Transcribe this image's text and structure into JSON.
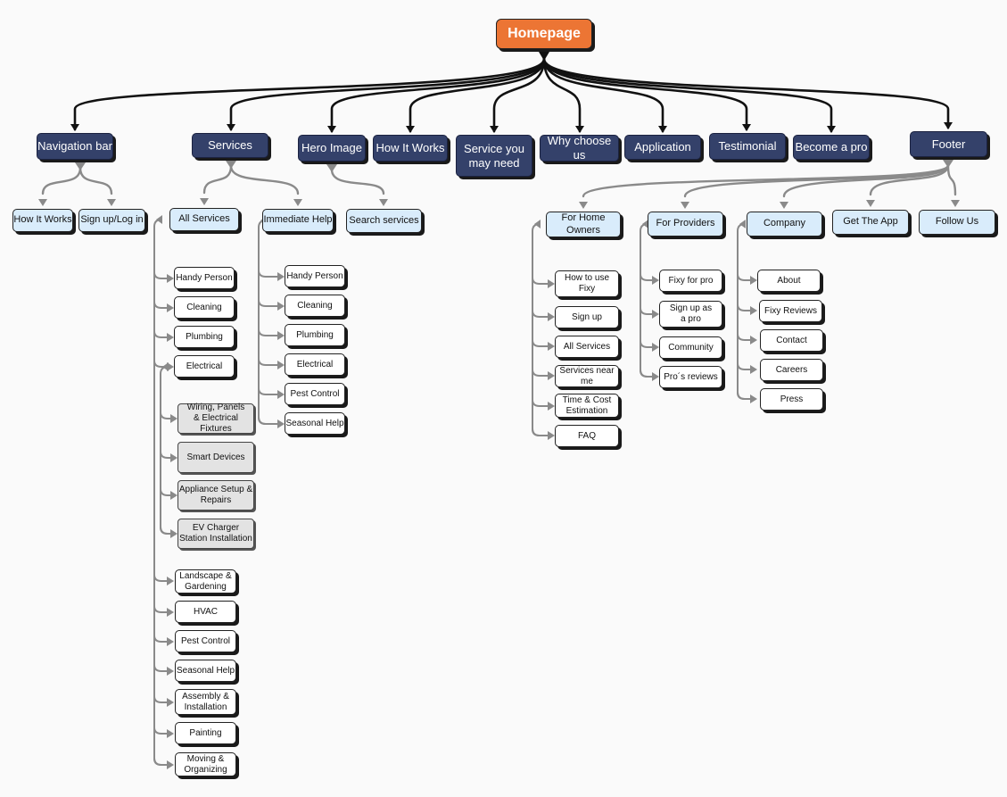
{
  "root": "Homepage",
  "main_sections": {
    "navigation_bar": "Navigation bar",
    "services": "Services",
    "hero_image": "Hero Image",
    "how_it_works": "How It Works",
    "service_you_may_need": "Service you\nmay need",
    "why_choose_us": "Why choose us",
    "application": "Application",
    "testimonial": "Testimonial",
    "become_a_pro": "Become a pro",
    "footer": "Footer"
  },
  "navigation_bar": {
    "how_it_works": "How It Works",
    "sign_up_log_in": "Sign up/Log in"
  },
  "services": {
    "all_services": "All Services",
    "immediate_help": "Immediate Help"
  },
  "hero_image": {
    "search_services": "Search services"
  },
  "all_services": {
    "handy_person": "Handy Person",
    "cleaning": "Cleaning",
    "plumbing": "Plumbing",
    "electrical": "Electrical",
    "landscape_gardening": "Landscape &\nGardening",
    "hvac": "HVAC",
    "pest_control": "Pest Control",
    "seasonal_help": "Seasonal Help",
    "assembly_installation": "Assembly &\nInstallation",
    "painting": "Painting",
    "moving_organizing": "Moving &\nOrganizing"
  },
  "electrical": {
    "wiring": "Wiring, Panels\n& Electrical Fixtures",
    "smart_devices": "Smart Devices",
    "appliance_setup": "Appliance Setup &\nRepairs",
    "ev_charger": "EV Charger\nStation Installation"
  },
  "immediate_help": {
    "handy_person": "Handy Person",
    "cleaning": "Cleaning",
    "plumbing": "Plumbing",
    "electrical": "Electrical",
    "pest_control": "Pest Control",
    "seasonal_help": "Seasonal Help"
  },
  "footer": {
    "for_home_owners": "For Home\nOwners",
    "for_providers": "For Providers",
    "company": "Company",
    "get_the_app": "Get The App",
    "follow_us": "Follow Us"
  },
  "for_home_owners": {
    "how_to_use_fixy": "How to use\nFixy",
    "sign_up": "Sign up",
    "all_services": "All Services",
    "services_near_me": "Services near me",
    "time_cost_estimation": "Time & Cost\nEstimation",
    "faq": "FAQ"
  },
  "for_providers": {
    "fixy_for_pro": "Fixy for pro",
    "sign_up_as_pro": "Sign up as\na pro",
    "community": "Community",
    "pros_reviews": "Pro´s reviews"
  },
  "company": {
    "about": "About",
    "fixy_reviews": "Fixy Reviews",
    "contact": "Contact",
    "careers": "Careers",
    "press": "Press"
  },
  "colors": {
    "root": "#ec7534",
    "section": "#34416a",
    "subsection": "#d9ecfb",
    "leaf": "#ffffff",
    "sub_leaf": "#e3e3e3",
    "primary_connector": "#111111",
    "secondary_connector": "#8a8a8a"
  }
}
